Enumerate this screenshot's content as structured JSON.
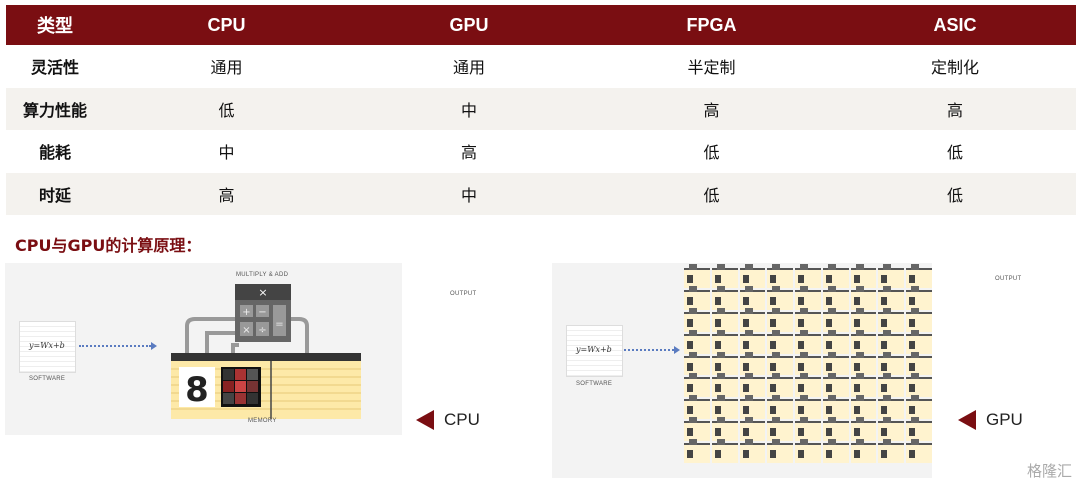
{
  "table": {
    "headers": [
      "类型",
      "CPU",
      "GPU",
      "FPGA",
      "ASIC"
    ],
    "rows": [
      [
        "灵活性",
        "通用",
        "通用",
        "半定制",
        "定制化"
      ],
      [
        "算力性能",
        "低",
        "中",
        "高",
        "高"
      ],
      [
        "能耗",
        "中",
        "高",
        "低",
        "低"
      ],
      [
        "时延",
        "高",
        "中",
        "低",
        "低"
      ]
    ]
  },
  "subtitle": "CPU与GPU的计算原理：",
  "cpu_panel": {
    "top_label": "MULTIPLY & ADD",
    "output_label": "OUTPUT",
    "equation": "y=Wx+b",
    "software_label": "SOFTWARE",
    "memory_label": "MEMORY",
    "tag": "CPU",
    "calc_symbols": [
      "×",
      "+",
      "−",
      "×",
      "÷",
      "="
    ],
    "digit": "8"
  },
  "gpu_panel": {
    "output_label": "OUTPUT",
    "equation": "y=Wx+b",
    "software_label": "SOFTWARE",
    "tag": "GPU"
  },
  "watermark": "格隆汇",
  "colors": {
    "accent": "#7a0e12",
    "shade": "#f4f2ee"
  }
}
